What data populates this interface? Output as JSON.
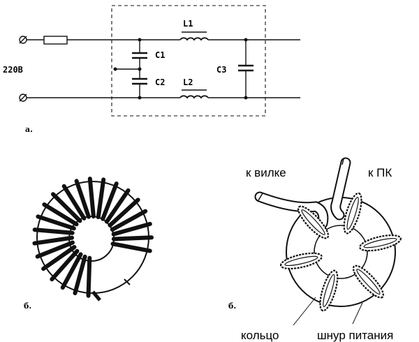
{
  "schematic": {
    "voltage": "220В",
    "c1": "C1",
    "c2": "C2",
    "c3": "C3",
    "l1": "L1",
    "l2": "L2",
    "label": "а."
  },
  "toroid": {
    "label": "б."
  },
  "cord_ring": {
    "to_plug": "к вилке",
    "to_pc": "к ПК",
    "ring": "кольцо",
    "power_cord": "шнур питания",
    "label": "б."
  }
}
